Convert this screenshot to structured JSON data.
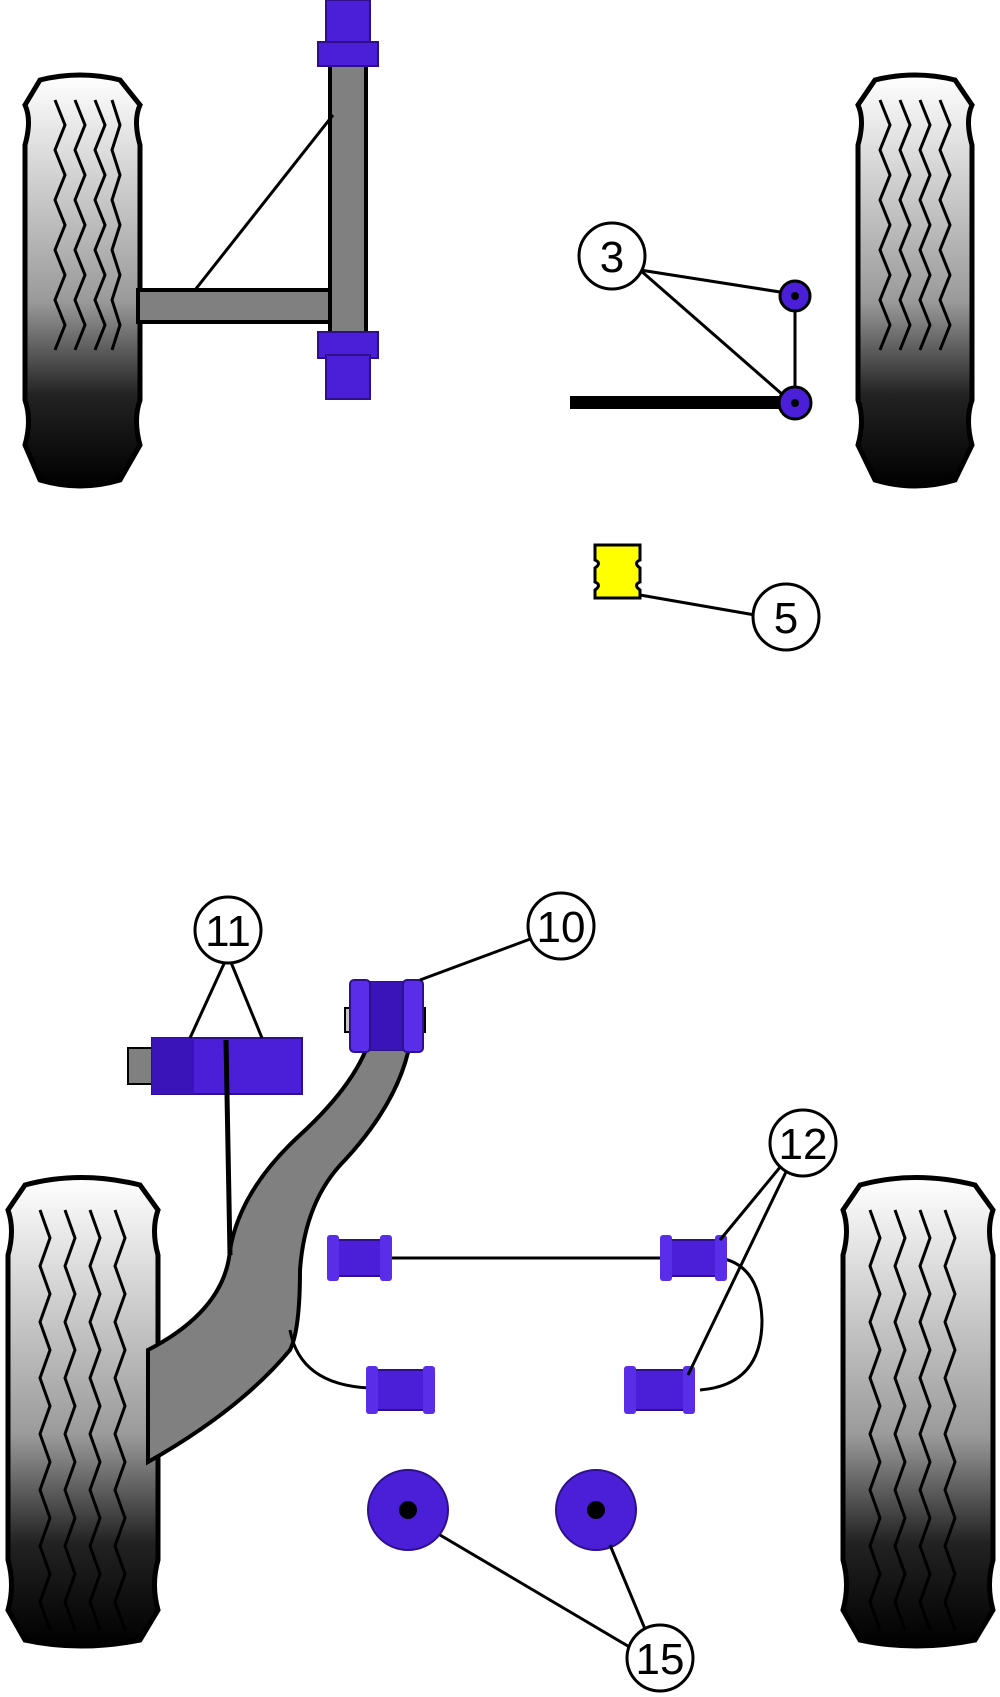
{
  "colors": {
    "bush": "#4b1fd8",
    "bush_dark": "#2e108c",
    "stop": "#ffff00",
    "metal": "#808080",
    "tyre_top": "#ffffff",
    "tyre_bottom": "#000000",
    "outline": "#000000"
  },
  "icons": {
    "wheel": "tyre-tread-icon",
    "bush": "polyurethane-bush-icon",
    "bump_stop": "bump-stop-icon"
  },
  "callouts": {
    "c3": "3",
    "c5": "5",
    "c10": "10",
    "c11": "11",
    "c12": "12",
    "c15": "15"
  }
}
